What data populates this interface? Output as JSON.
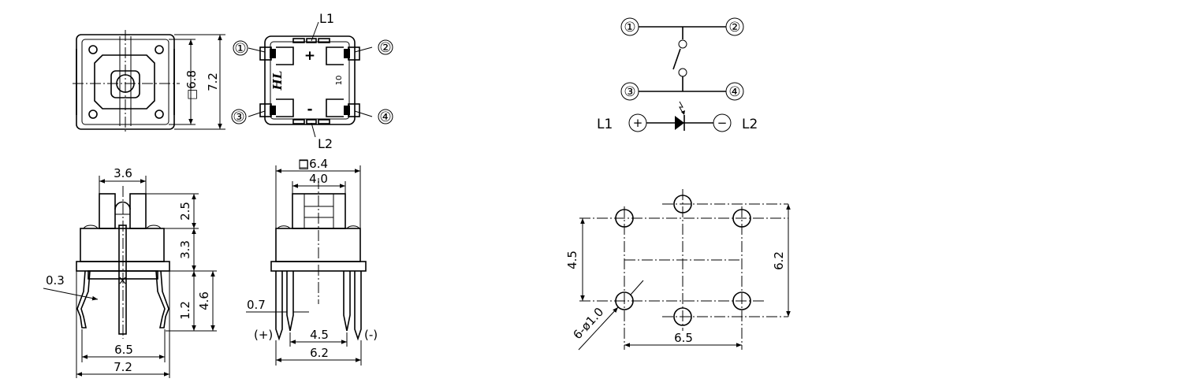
{
  "top_view": {
    "dim_inner": "□6.8",
    "dim_outer": "7.2"
  },
  "bottom_pin_view": {
    "pin1": "①",
    "pin2": "②",
    "pin3": "③",
    "pin4": "④",
    "led1": "L1",
    "led2": "L2",
    "plus": "+",
    "minus": "-",
    "brand": "HL",
    "code": "10"
  },
  "side_view_left": {
    "dim_top": "3.6",
    "dim_upper": "2.5",
    "dim_mid": "3.3",
    "dim_pin": "1.2",
    "dim_total": "4.6",
    "dim_lead": "0.3",
    "dim_span": "6.5",
    "dim_width": "7.2"
  },
  "side_view_right": {
    "dim_body": "□6.4",
    "dim_cap": "4.0",
    "dim_lead": "0.7",
    "dim_pitch": "4.5",
    "dim_width": "6.2",
    "pol_plus": "(+)",
    "pol_minus": "(-)"
  },
  "schematic": {
    "n1": "①",
    "n2": "②",
    "n3": "③",
    "n4": "④",
    "l1": "L1",
    "l2": "L2",
    "plus": "+",
    "minus": "−"
  },
  "pcb_layout": {
    "dim_v": "4.5",
    "dim_right": "6.2",
    "dim_bottom": "6.5",
    "hole_note": "6-ø1.0"
  }
}
